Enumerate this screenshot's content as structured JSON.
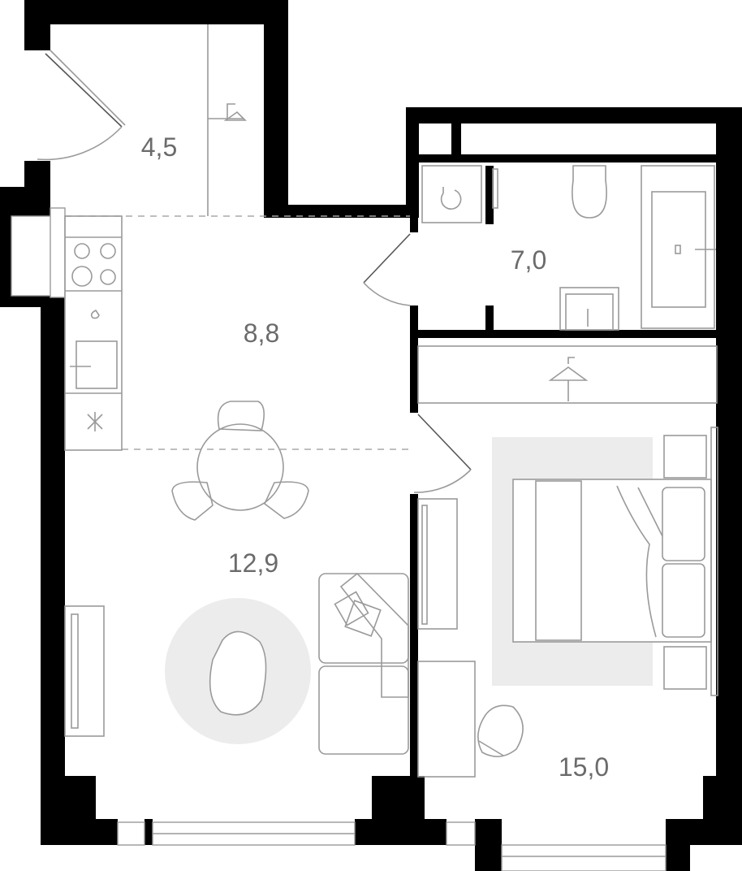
{
  "rooms": {
    "hall": {
      "area": "4,5"
    },
    "bathroom": {
      "area": "7,0"
    },
    "kitchen": {
      "area": "8,8"
    },
    "living": {
      "area": "12,9"
    },
    "bedroom": {
      "area": "15,0"
    }
  }
}
